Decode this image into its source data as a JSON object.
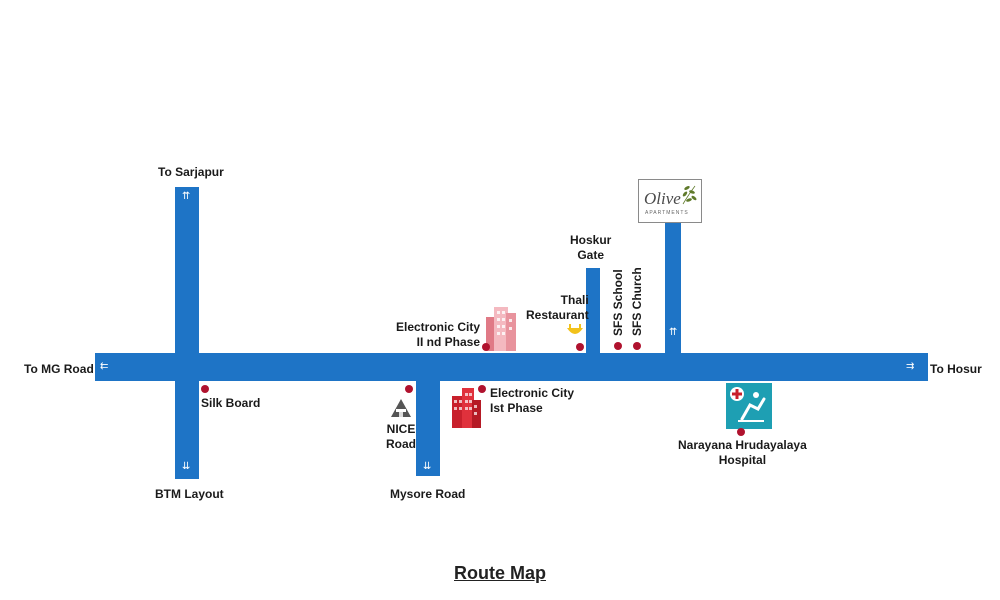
{
  "map": {
    "title": "Route Map",
    "colors": {
      "road": "#1e74c6",
      "poi_dot": "#b0122e",
      "building": "#c8202c",
      "hospital_box": "#1e9fb3"
    },
    "roads": {
      "to_mg_road": "To MG Road",
      "to_hosur": "To Hosur",
      "to_sarjapur": "To Sarjapur",
      "btm_layout": "BTM Layout",
      "mysore_road": "Mysore Road",
      "nice_road": "NICE\nRoad",
      "hoskur_gate": "Hoskur\nGate"
    },
    "landmarks": {
      "silk_board": "Silk Board",
      "ec_phase2": "Electronic City\nII nd Phase",
      "ec_phase1": "Electronic City\nIst Phase",
      "thali_restaurant": "Thali\nRestaurant",
      "sfs_school": "SFS School",
      "sfs_church": "SFS Church",
      "hospital": "Narayana Hrudayalaya\nHospital"
    },
    "logo": {
      "name": "Olive",
      "tagline": "APARTMENTS"
    },
    "icons": {
      "hospital": "hospital-icon",
      "nice_road": "nice-road-icon",
      "building": "building-icon",
      "restaurant": "restaurant-icon",
      "arrow": "double-arrow-icon"
    }
  }
}
